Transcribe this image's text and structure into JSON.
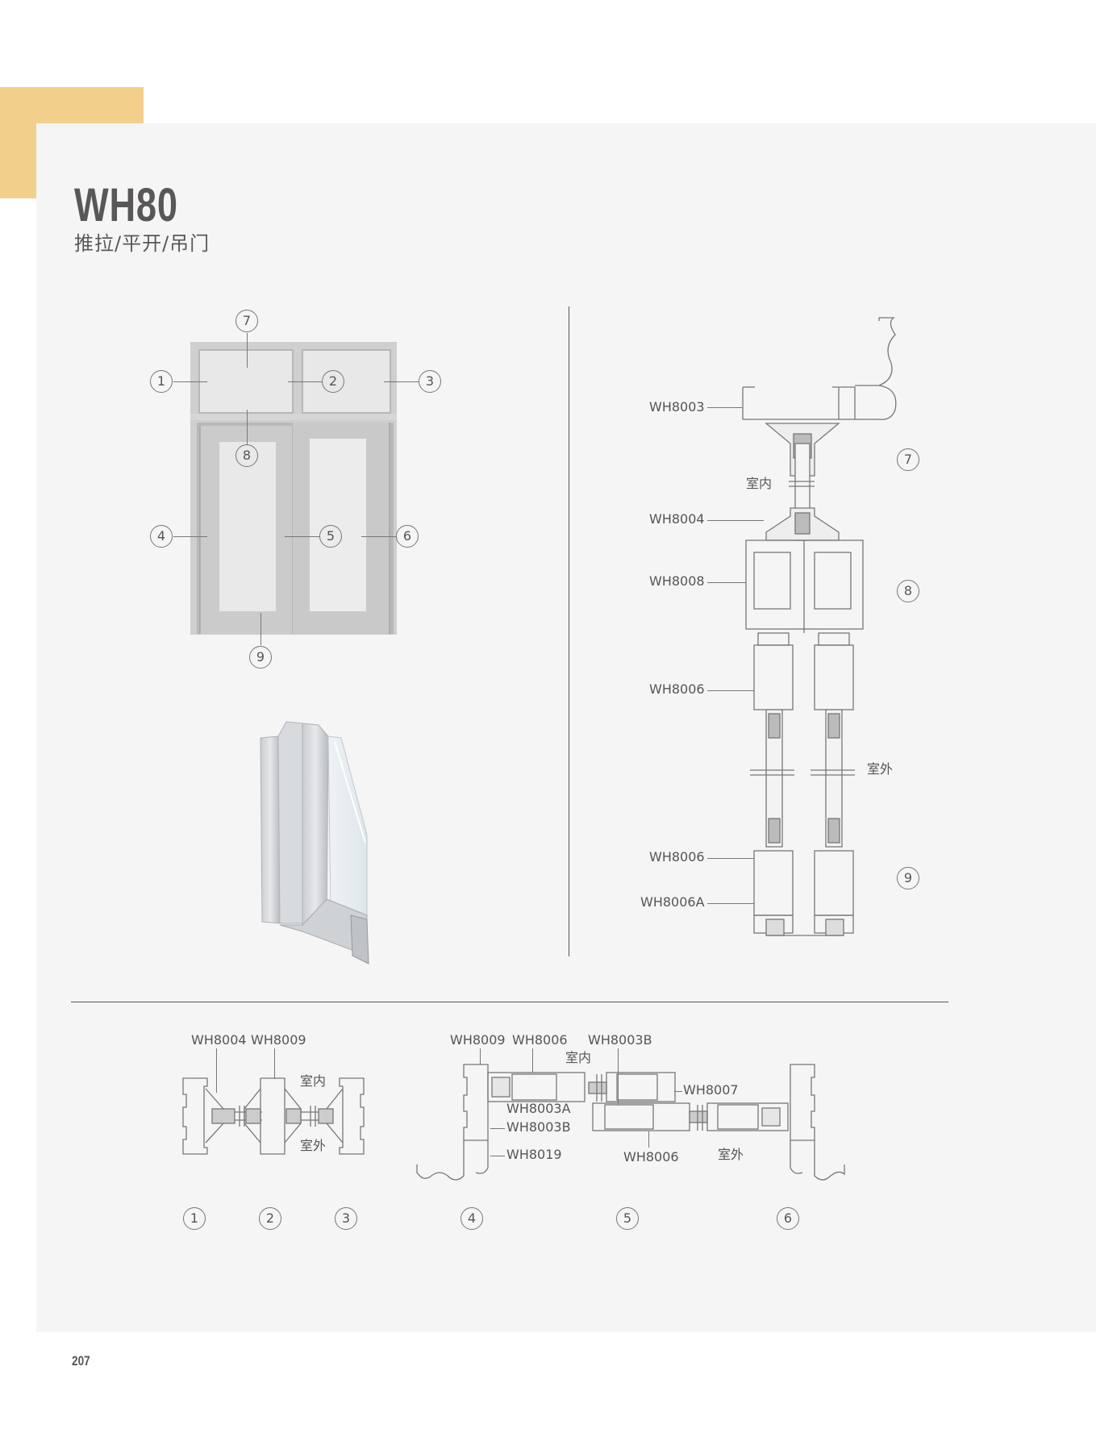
{
  "page": {
    "accent_color": "#F2D08C",
    "panel_color": "#F5F5F5",
    "text_color": "#595757",
    "page_number": "207"
  },
  "header": {
    "title": "WH80",
    "subtitle": "推拉/平开/吊门"
  },
  "elevation": {
    "description": "door elevation with transom and two sliding leaves",
    "callouts": [
      {
        "num": "1"
      },
      {
        "num": "2"
      },
      {
        "num": "3"
      },
      {
        "num": "4"
      },
      {
        "num": "5"
      },
      {
        "num": "6"
      },
      {
        "num": "7"
      },
      {
        "num": "8"
      },
      {
        "num": "9"
      }
    ]
  },
  "profile_photo": {
    "description": "3D profile corner sample with double glazing"
  },
  "vertical_section": {
    "labels": [
      "WH8003",
      "WH8004",
      "WH8008",
      "WH8006",
      "WH8006",
      "WH8006A"
    ],
    "indoor": "室内",
    "outdoor": "室外",
    "callouts": [
      "7",
      "8",
      "9"
    ]
  },
  "horizontal_section_left": {
    "labels": [
      "WH8004",
      "WH8009"
    ],
    "indoor": "室内",
    "outdoor": "室外",
    "callouts": [
      "1",
      "2",
      "3"
    ]
  },
  "horizontal_section_right": {
    "top_labels": [
      "WH8009",
      "WH8006",
      "WH8003B"
    ],
    "side_labels": [
      "WH8003A",
      "WH8003B",
      "WH8019"
    ],
    "right_label": "WH8007",
    "bottom_label": "WH8006",
    "indoor": "室内",
    "outdoor": "室外",
    "callouts": [
      "4",
      "5",
      "6"
    ]
  }
}
